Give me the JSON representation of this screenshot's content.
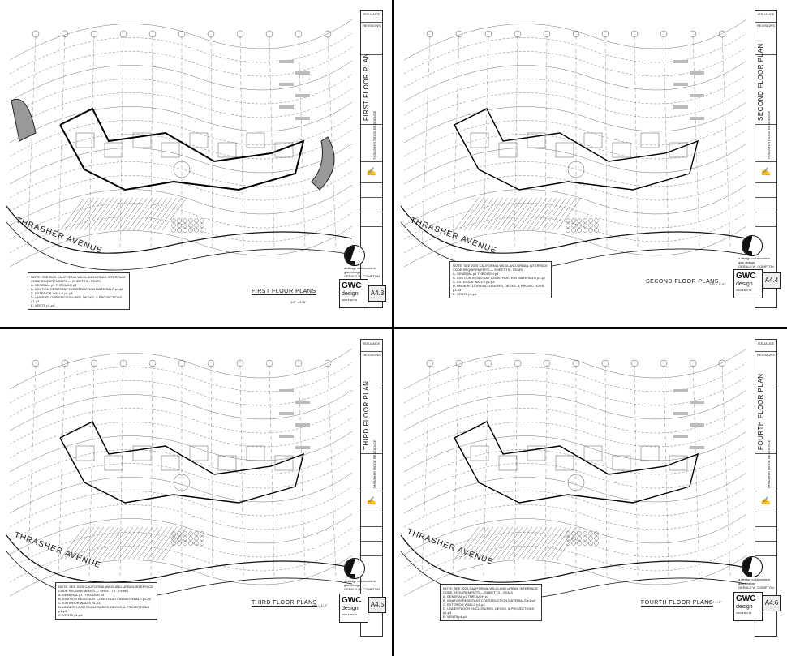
{
  "sheets": [
    {
      "id": "a43",
      "sheet_title": "FIRST FLOOR PLAN",
      "plans_label": "FIRST FLOOR PLANS",
      "sheet_no": "A4.3",
      "street": "THRASHER AVENUE",
      "project": "THRASHER RIDGE RESIDENCE"
    },
    {
      "id": "a44",
      "sheet_title": "SECOND FLOOR PLAN",
      "plans_label": "SECOND FLOOR PLANS",
      "sheet_no": "A4.4",
      "street": "THRASHER AVENUE",
      "project": "THRASHER RIDGE RESIDENCE"
    },
    {
      "id": "a45",
      "sheet_title": "THIRD FLOOR PLAN",
      "plans_label": "THIRD FLOOR PLANS",
      "sheet_no": "A4.5",
      "street": "THRASHER AVENUE",
      "project": "THRASHER RIDGE RESIDENCE"
    },
    {
      "id": "a46",
      "sheet_title": "FOURTH FLOOR PLAN",
      "plans_label": "FOURTH FLOOR PLANS",
      "sheet_no": "A4.6",
      "street": "THRASHER AVENUE",
      "project": "THRASHER RIDGE RESIDENCE"
    }
  ],
  "common": {
    "scale": "1/8\" = 1'-0\"",
    "firm_line1": "GWC",
    "firm_line2": "design",
    "firm_line3": "ARCHITECTS",
    "collab_line1": "a design collaboration",
    "collab_line2": "gwc design",
    "collab_line3": "GERALD W. COMPTON",
    "issued": "ISSUANCE",
    "revisions": "REVISIONS",
    "notes_title": "NOTE: SEE 2025 CALIFORNIA WILDLAND-URBAN INTERFACE",
    "notes_subtitle": "CODE REQUIREMENTS — SHEET T0 - ITEMS",
    "notes_items": [
      "A. GENERAL p1 THROUGH p3",
      "B. IGNITION RESISTANT CONSTRUCTION MATERIALS p1-p2",
      "C. EXTERIOR WALLS p1-p3",
      "D. UNDERFLOOR ENCLOSURES, DECKS, & PROJECTIONS p1-p3",
      "E. VENTS p1-p4"
    ]
  },
  "colors": {
    "ink": "#111111",
    "paper": "#ffffff",
    "divider": "#000000"
  }
}
